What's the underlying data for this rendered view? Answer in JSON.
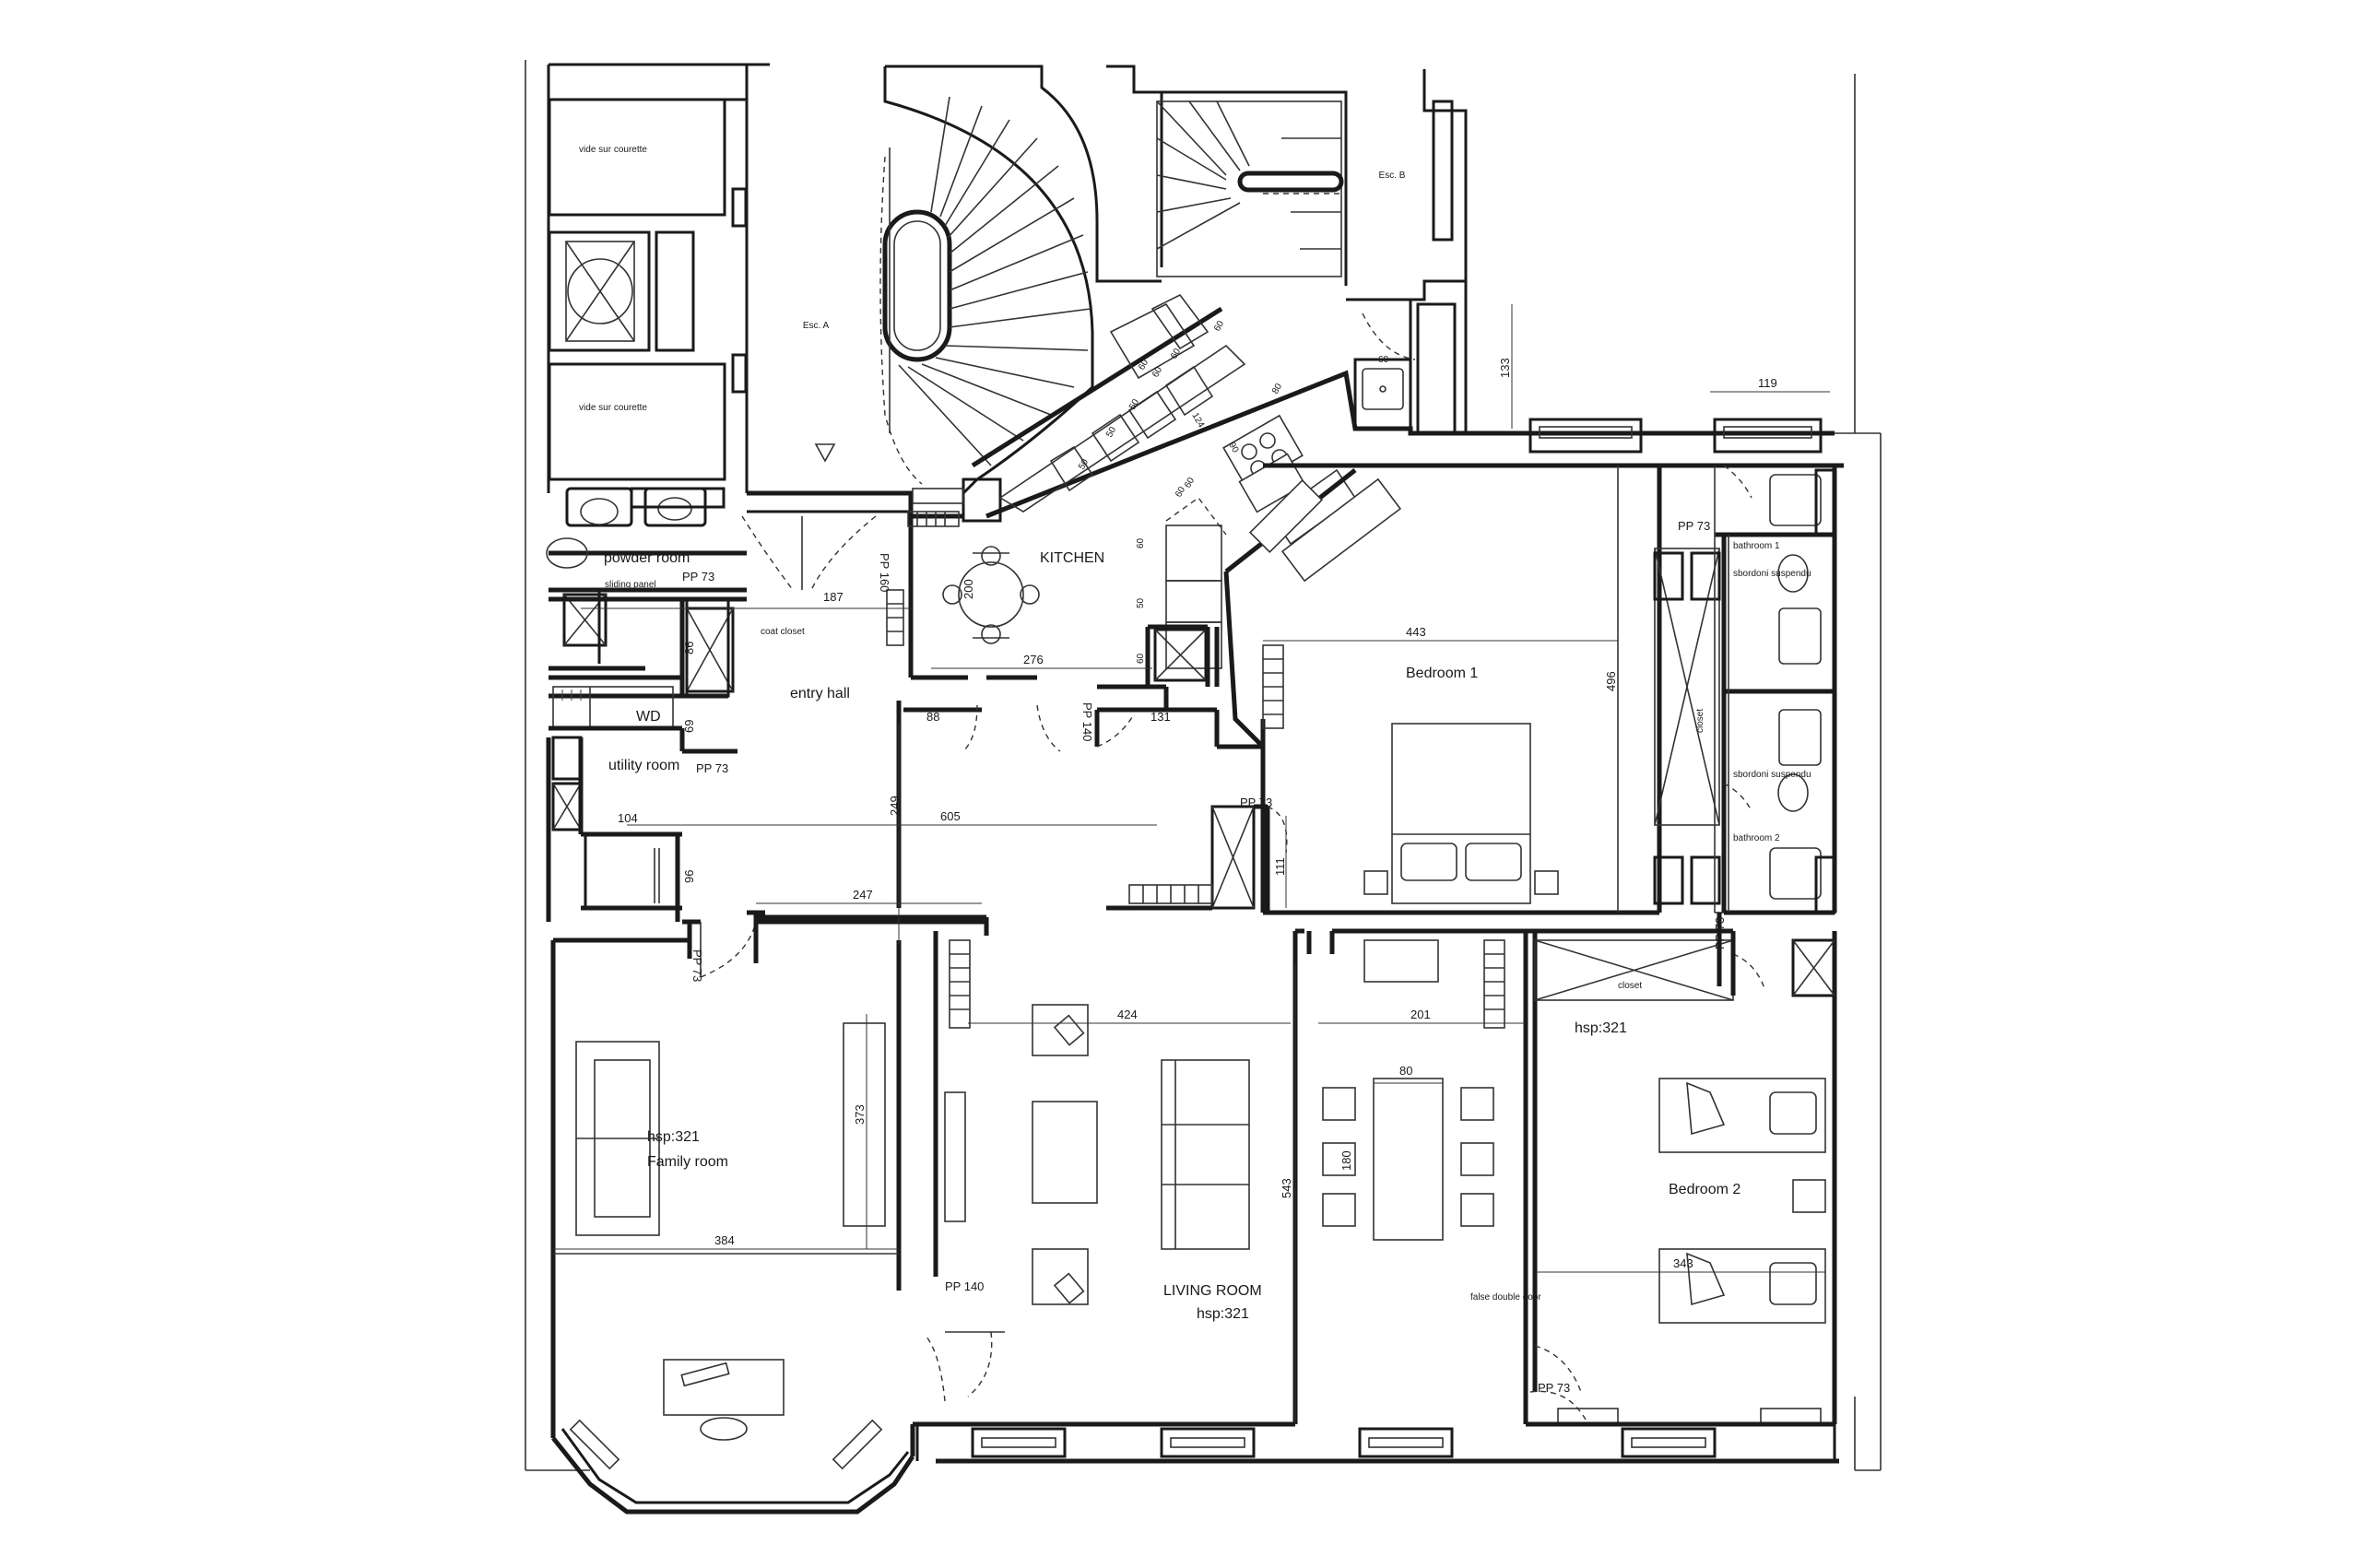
{
  "rooms": {
    "vide1": "vide sur\ncourette",
    "vide2": "vide sur\ncourette",
    "esc_a": "Esc. A",
    "esc_b": "Esc. B",
    "powder": "powder room",
    "sliding": "sliding panel",
    "coat": "coat\ncloset",
    "kitchen": "KITCHEN",
    "entry": "entry hall",
    "wd": "WD",
    "utility": "utility\nroom",
    "bedroom1": "Bedroom 1",
    "bath1": "bathroom 1",
    "bath2": "bathroom 2",
    "sbordoni1": "sbordoni\nsuspendu",
    "sbordoni2": "sbordoni\nsuspendu",
    "closet_b1": "closet",
    "closet_b2": "closet",
    "family_hsp": "hsp:321",
    "family": "Family room",
    "living": "LIVING ROOM",
    "living_hsp": "hsp:321",
    "bedroom2": "Bedroom 2",
    "bedroom2_hsp": "hsp:321",
    "false_door": "false\ndouble\ndoor"
  },
  "doors": {
    "pp73_powder": "PP 73",
    "pp160": "PP 160",
    "pp140_entry": "PP 140",
    "pp73_utility": "PP 73",
    "pp73_family": "PP 73",
    "pp73_bed1": "PP 73",
    "pp73_bath1": "PP 73",
    "pp73_bath2": "PP 73",
    "pp140_living": "PP 140",
    "pp73_bed2": "PP 73"
  },
  "dims": {
    "d187": "187",
    "d200": "200",
    "d276": "276",
    "d86": "86",
    "d88": "88",
    "d131": "131",
    "d69": "69",
    "d249": "249",
    "d605": "605",
    "d104": "104",
    "d96": "96",
    "d247": "247",
    "d443": "443",
    "d496": "496",
    "d111": "111",
    "d133": "133",
    "d119": "119",
    "d424": "424",
    "d201": "201",
    "d80": "80",
    "d180": "180",
    "d373": "373",
    "d384": "384",
    "d543": "543",
    "d343": "343",
    "k60a": "60",
    "k60b": "60",
    "k60c": "60",
    "k60d": "60",
    "k60e": "60",
    "k60f": "60",
    "k60g": "60",
    "k60h": "60",
    "k50a": "50",
    "k50b": "50",
    "k50c": "50",
    "k50d": "50",
    "k124": "124",
    "k90": "90",
    "k80": "80",
    "k60i": "60"
  }
}
